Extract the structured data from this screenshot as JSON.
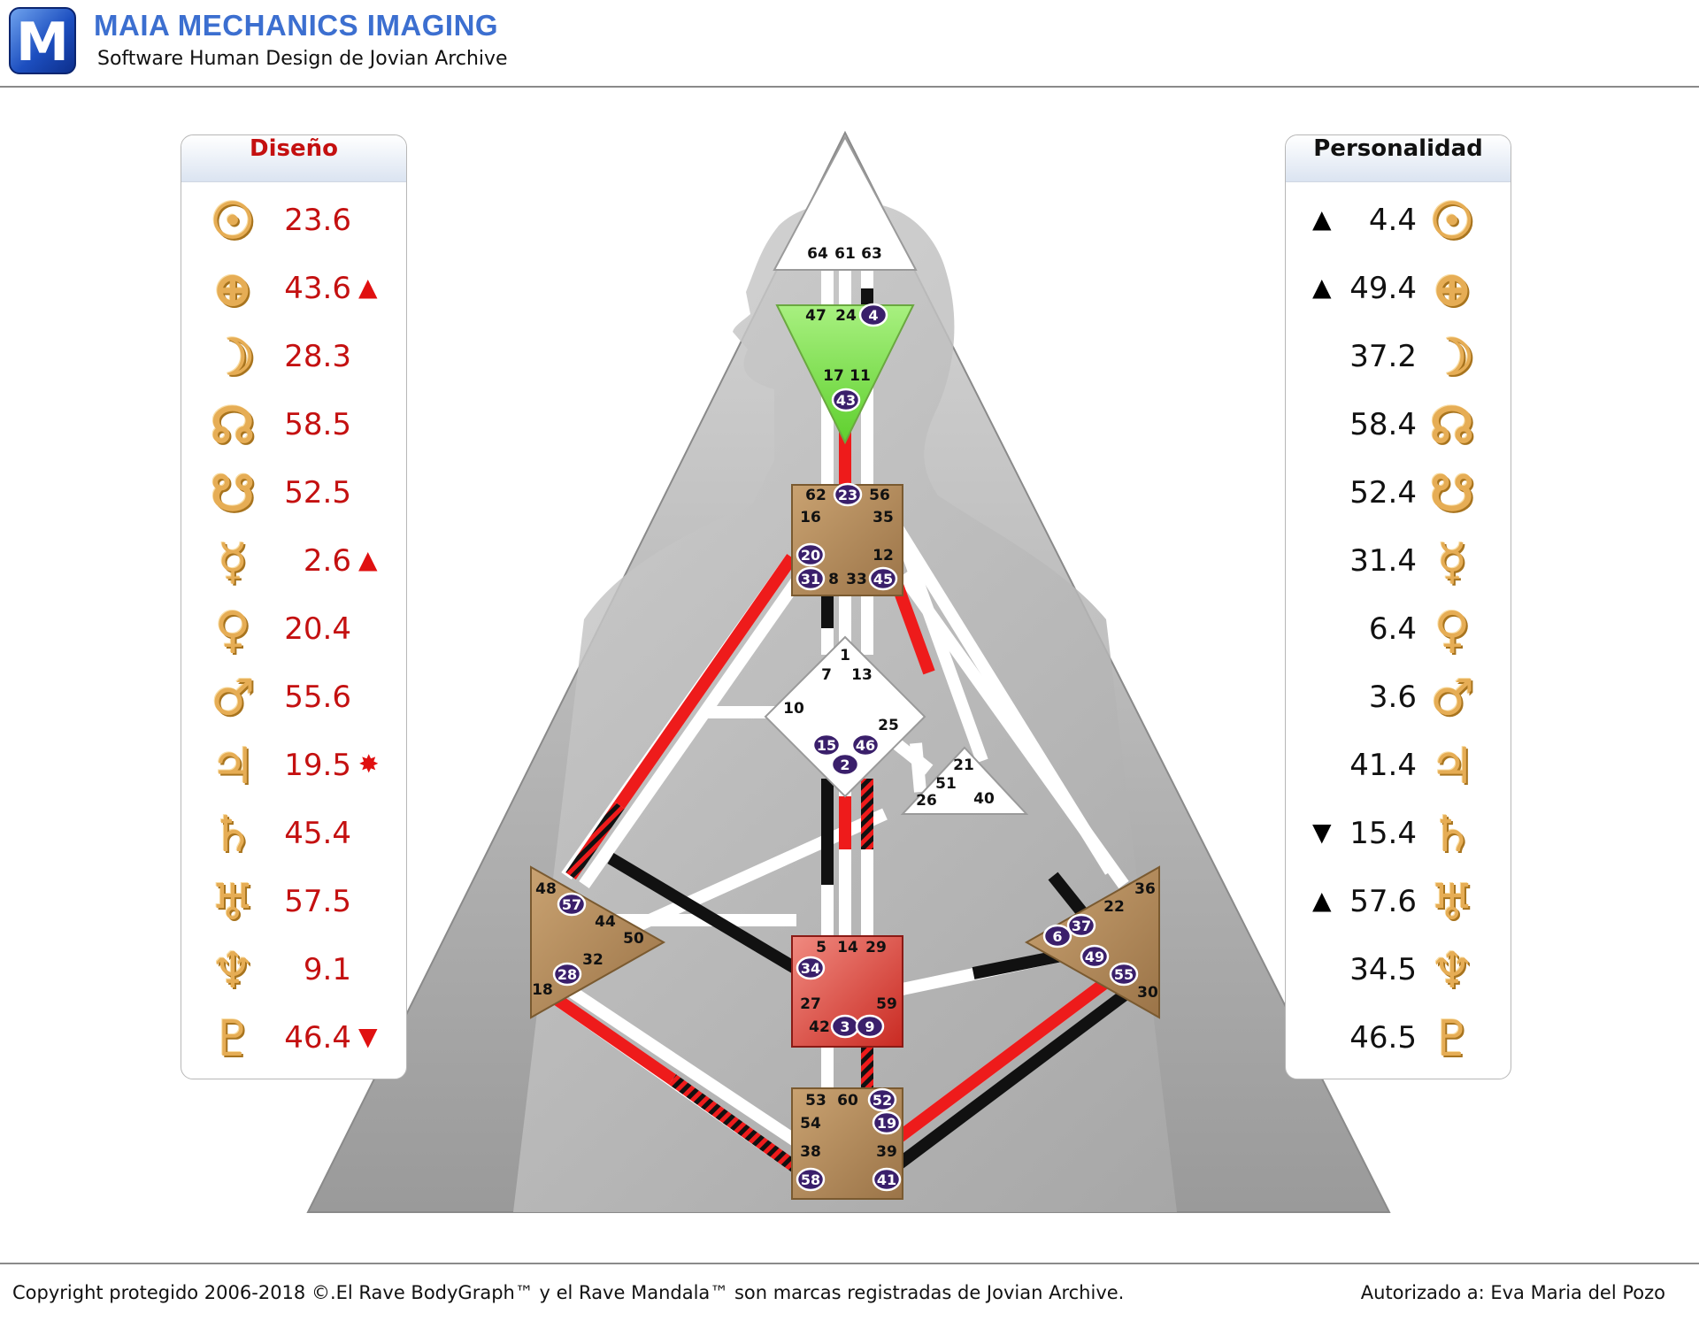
{
  "header": {
    "logo_letter": "M",
    "title": "MAIA MECHANICS IMAGING",
    "subtitle": "Software Human Design de Jovian Archive"
  },
  "design": {
    "title": "Diseño",
    "color": "#c41010",
    "rows": [
      {
        "planet": "sun",
        "glyph": "☉",
        "value": "23.6",
        "mark": ""
      },
      {
        "planet": "earth",
        "glyph": "⊕",
        "value": "43.6",
        "mark": "▲"
      },
      {
        "planet": "moon",
        "glyph": "☽",
        "value": "28.3",
        "mark": ""
      },
      {
        "planet": "north-node",
        "glyph": "☊",
        "value": "58.5",
        "mark": ""
      },
      {
        "planet": "south-node",
        "glyph": "☋",
        "value": "52.5",
        "mark": ""
      },
      {
        "planet": "mercury",
        "glyph": "☿",
        "value": "2.6",
        "mark": "▲"
      },
      {
        "planet": "venus",
        "glyph": "♀",
        "value": "20.4",
        "mark": ""
      },
      {
        "planet": "mars",
        "glyph": "♂",
        "value": "55.6",
        "mark": ""
      },
      {
        "planet": "jupiter",
        "glyph": "♃",
        "value": "19.5",
        "mark": "✸"
      },
      {
        "planet": "saturn",
        "glyph": "♄",
        "value": "45.4",
        "mark": ""
      },
      {
        "planet": "uranus",
        "glyph": "♅",
        "value": "57.5",
        "mark": ""
      },
      {
        "planet": "neptune",
        "glyph": "♆",
        "value": "9.1",
        "mark": ""
      },
      {
        "planet": "pluto",
        "glyph": "♇",
        "value": "46.4",
        "mark": "▼"
      }
    ]
  },
  "personality": {
    "title": "Personalidad",
    "color": "#111111",
    "rows": [
      {
        "planet": "sun",
        "glyph": "☉",
        "value": "4.4",
        "mark": "▲"
      },
      {
        "planet": "earth",
        "glyph": "⊕",
        "value": "49.4",
        "mark": "▲"
      },
      {
        "planet": "moon",
        "glyph": "☽",
        "value": "37.2",
        "mark": ""
      },
      {
        "planet": "north-node",
        "glyph": "☊",
        "value": "58.4",
        "mark": ""
      },
      {
        "planet": "south-node",
        "glyph": "☋",
        "value": "52.4",
        "mark": ""
      },
      {
        "planet": "mercury",
        "glyph": "☿",
        "value": "31.4",
        "mark": ""
      },
      {
        "planet": "venus",
        "glyph": "♀",
        "value": "6.4",
        "mark": ""
      },
      {
        "planet": "mars",
        "glyph": "♂",
        "value": "3.6",
        "mark": ""
      },
      {
        "planet": "jupiter",
        "glyph": "♃",
        "value": "41.4",
        "mark": ""
      },
      {
        "planet": "saturn",
        "glyph": "♄",
        "value": "15.4",
        "mark": "▼"
      },
      {
        "planet": "uranus",
        "glyph": "♅",
        "value": "57.6",
        "mark": "▲"
      },
      {
        "planet": "neptune",
        "glyph": "♆",
        "value": "34.5",
        "mark": ""
      },
      {
        "planet": "pluto",
        "glyph": "♇",
        "value": "46.5",
        "mark": ""
      }
    ]
  },
  "bodygraph": {
    "colors": {
      "ajna": "#7fe052",
      "sacral": "#e0463a",
      "motor": "#b58c5c",
      "white": "#ffffff",
      "design": "#ee1b1b",
      "personality": "#111111"
    },
    "centers": {
      "head": {
        "gates": [
          {
            "n": "64",
            "active": false
          },
          {
            "n": "61",
            "active": false
          },
          {
            "n": "63",
            "active": false
          }
        ]
      },
      "ajna": {
        "gates": [
          {
            "n": "47",
            "active": false
          },
          {
            "n": "24",
            "active": false
          },
          {
            "n": "4",
            "active": true
          },
          {
            "n": "17",
            "active": false
          },
          {
            "n": "11",
            "active": false
          },
          {
            "n": "43",
            "active": true
          }
        ]
      },
      "throat": {
        "gates": [
          {
            "n": "62",
            "active": false
          },
          {
            "n": "23",
            "active": true
          },
          {
            "n": "56",
            "active": false
          },
          {
            "n": "16",
            "active": false
          },
          {
            "n": "35",
            "active": false
          },
          {
            "n": "20",
            "active": true
          },
          {
            "n": "12",
            "active": false
          },
          {
            "n": "31",
            "active": true
          },
          {
            "n": "8",
            "active": false
          },
          {
            "n": "33",
            "active": false
          },
          {
            "n": "45",
            "active": true
          }
        ]
      },
      "g": {
        "gates": [
          {
            "n": "1",
            "active": false
          },
          {
            "n": "7",
            "active": false
          },
          {
            "n": "13",
            "active": false
          },
          {
            "n": "10",
            "active": false
          },
          {
            "n": "25",
            "active": false
          },
          {
            "n": "15",
            "active": true
          },
          {
            "n": "46",
            "active": true
          },
          {
            "n": "2",
            "active": true
          }
        ]
      },
      "heart": {
        "gates": [
          {
            "n": "21",
            "active": false
          },
          {
            "n": "51",
            "active": false
          },
          {
            "n": "26",
            "active": false
          },
          {
            "n": "40",
            "active": false
          }
        ]
      },
      "spleen": {
        "gates": [
          {
            "n": "48",
            "active": false
          },
          {
            "n": "57",
            "active": true
          },
          {
            "n": "44",
            "active": false
          },
          {
            "n": "50",
            "active": false
          },
          {
            "n": "32",
            "active": false
          },
          {
            "n": "28",
            "active": true
          },
          {
            "n": "18",
            "active": false
          }
        ]
      },
      "solar_plexus": {
        "gates": [
          {
            "n": "36",
            "active": false
          },
          {
            "n": "22",
            "active": false
          },
          {
            "n": "6",
            "active": true
          },
          {
            "n": "37",
            "active": true
          },
          {
            "n": "49",
            "active": true
          },
          {
            "n": "55",
            "active": true
          },
          {
            "n": "30",
            "active": false
          }
        ]
      },
      "sacral": {
        "gates": [
          {
            "n": "5",
            "active": false
          },
          {
            "n": "14",
            "active": false
          },
          {
            "n": "29",
            "active": false
          },
          {
            "n": "34",
            "active": true
          },
          {
            "n": "27",
            "active": false
          },
          {
            "n": "59",
            "active": false
          },
          {
            "n": "42",
            "active": false
          },
          {
            "n": "3",
            "active": true
          },
          {
            "n": "9",
            "active": true
          }
        ]
      },
      "root": {
        "gates": [
          {
            "n": "53",
            "active": false
          },
          {
            "n": "60",
            "active": false
          },
          {
            "n": "52",
            "active": true
          },
          {
            "n": "54",
            "active": false
          },
          {
            "n": "19",
            "active": true
          },
          {
            "n": "38",
            "active": false
          },
          {
            "n": "39",
            "active": false
          },
          {
            "n": "58",
            "active": true
          },
          {
            "n": "41",
            "active": true
          }
        ]
      }
    }
  },
  "footer": {
    "copyright": "Copyright protegido 2006-2018 ©.El Rave BodyGraph™ y el Rave Mandala™ son marcas registradas de Jovian Archive.",
    "authorized": "Autorizado a: Eva Maria del Pozo"
  }
}
